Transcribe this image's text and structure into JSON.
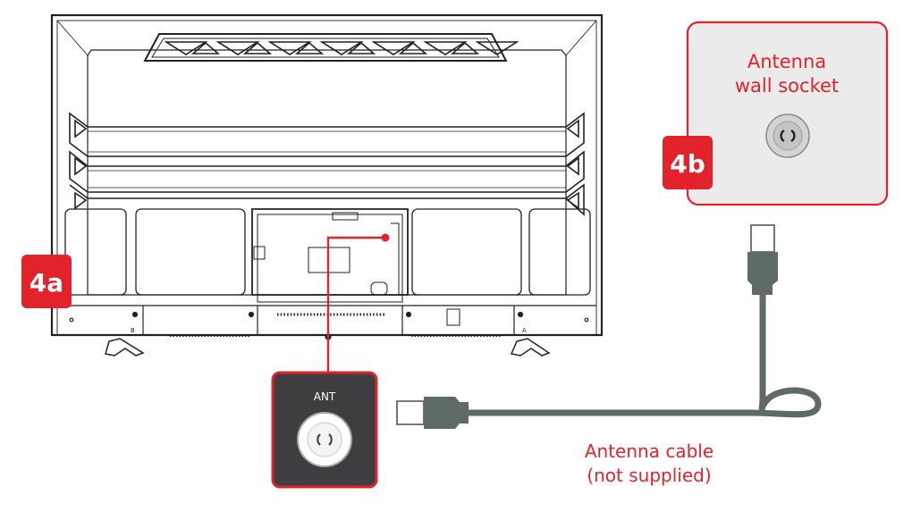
{
  "badges": {
    "tv_back": "4a",
    "wall_socket": "4b"
  },
  "ant_panel": {
    "label": "ANT"
  },
  "wall_socket": {
    "line1": "Antenna",
    "line2": "wall socket"
  },
  "cable": {
    "line1": "Antenna cable",
    "line2": "(not supplied)"
  },
  "tv_markings": {
    "left_foot": "B",
    "right_foot": "A"
  },
  "colors": {
    "accent": "#e2232b",
    "cable": "#5e6a66",
    "panel_dark": "#3e3e40",
    "socket_bg": "#ebebeb",
    "outline": "#222222"
  }
}
